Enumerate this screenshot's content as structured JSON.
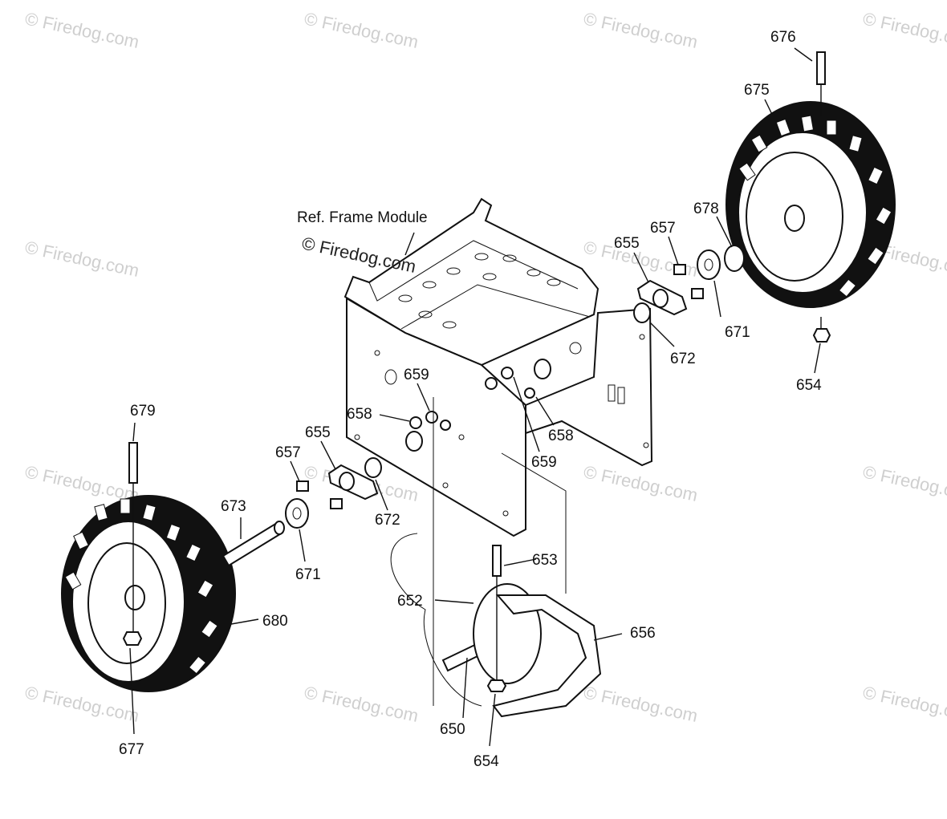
{
  "diagram": {
    "reference_label": "Ref. Frame Module",
    "copyright_notice": "© Firedog.com",
    "watermark_text": "© Firedog.com",
    "callouts": {
      "c650": "650",
      "c652": "652",
      "c653": "653",
      "c654_right": "654",
      "c654_bottom": "654",
      "c655_right": "655",
      "c655_left": "655",
      "c656": "656",
      "c657_right": "657",
      "c657_left": "657",
      "c658_left": "658",
      "c658_right": "658",
      "c659_left": "659",
      "c659_right": "659",
      "c671_right": "671",
      "c671_left": "671",
      "c672_right": "672",
      "c672_left": "672",
      "c673": "673",
      "c675": "675",
      "c676": "676",
      "c677": "677",
      "c678": "678",
      "c679": "679",
      "c680": "680"
    }
  }
}
